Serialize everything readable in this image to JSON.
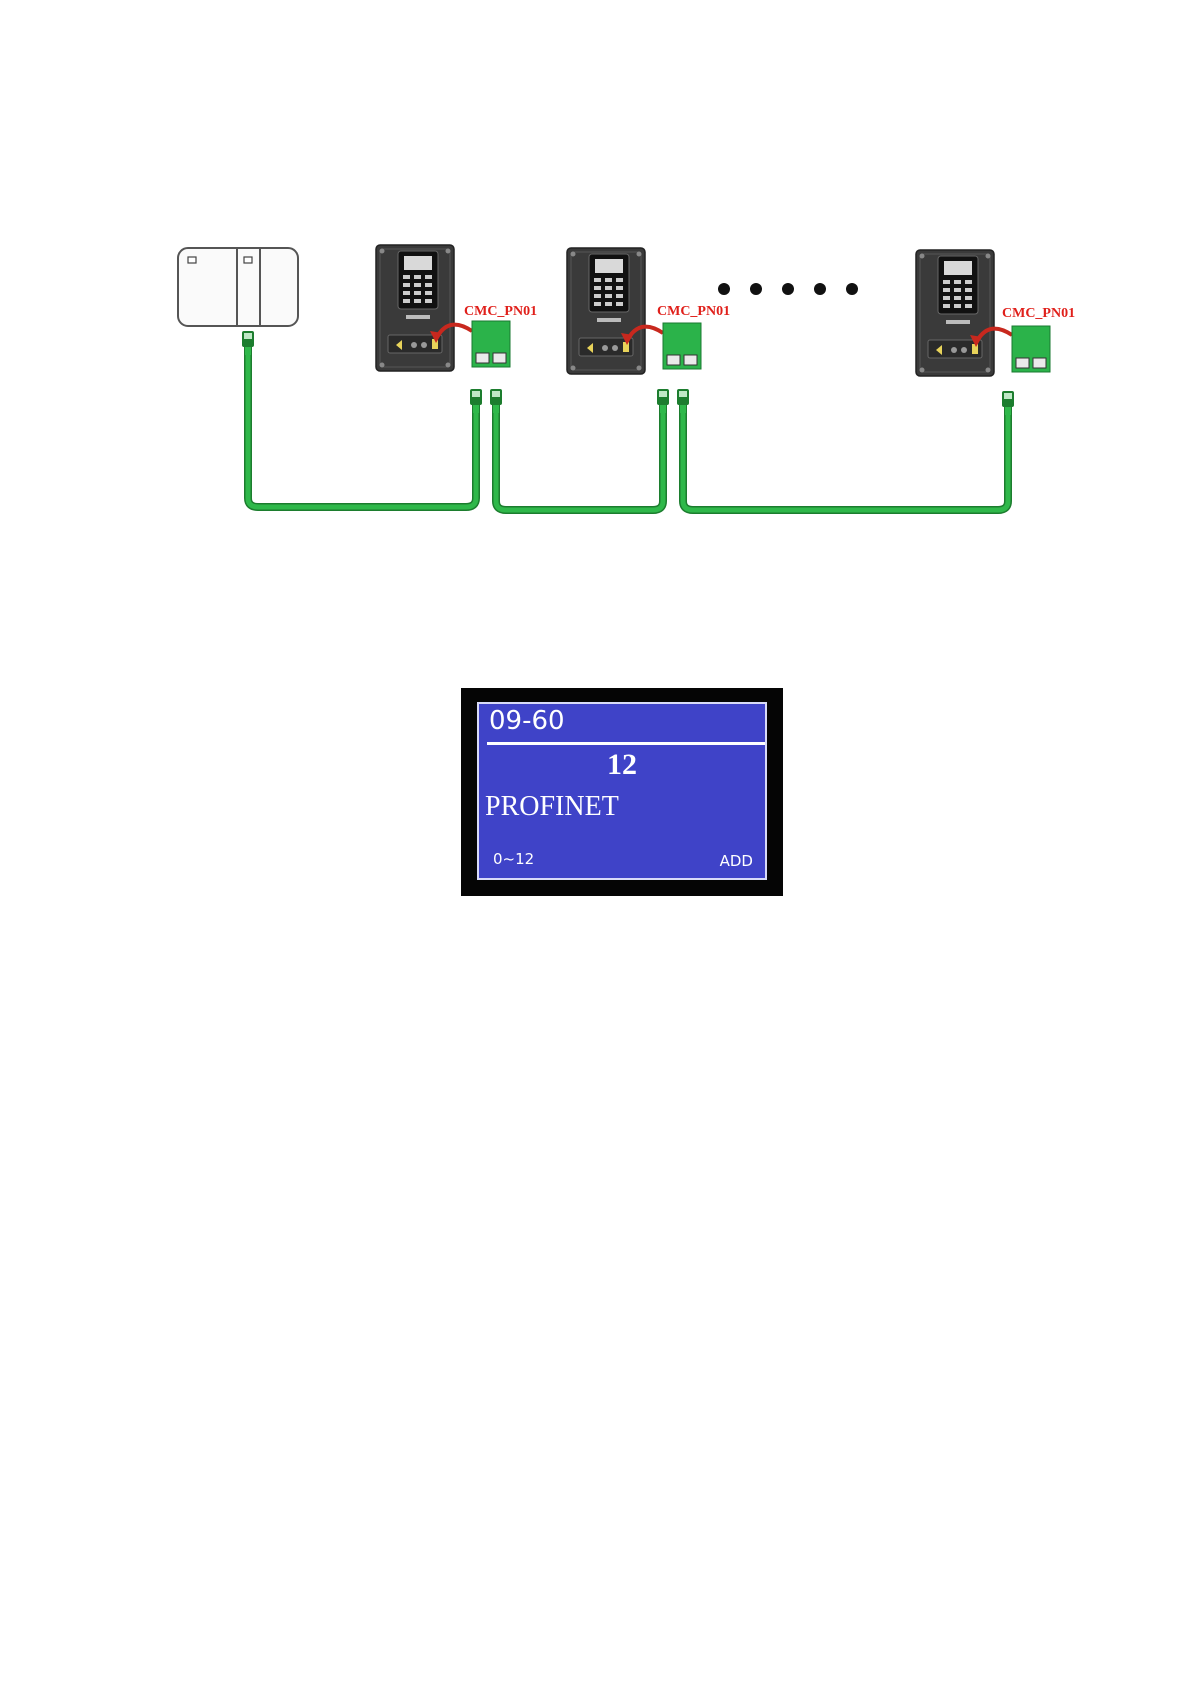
{
  "diagram": {
    "module_label": "CMC_PN01",
    "colors": {
      "cable": "#2fb84a",
      "cable_dark": "#1c7d2e",
      "module": "#2bb34a",
      "label": "#e0201b",
      "drive_body": "#3a3a3a",
      "arrow": "#c8281e"
    },
    "icons": [
      "plc-controller-icon",
      "ac-drive-icon",
      "network-module-icon",
      "rj45-connector-icon",
      "ellipsis-dots-icon"
    ]
  },
  "lcd": {
    "parameter": "09-60",
    "value": "12",
    "name": "PROFINET",
    "range": "0~12",
    "mode": "ADD",
    "colors": {
      "screen": "#3f43c8",
      "frame": "#050505",
      "text": "#ffffff"
    }
  }
}
